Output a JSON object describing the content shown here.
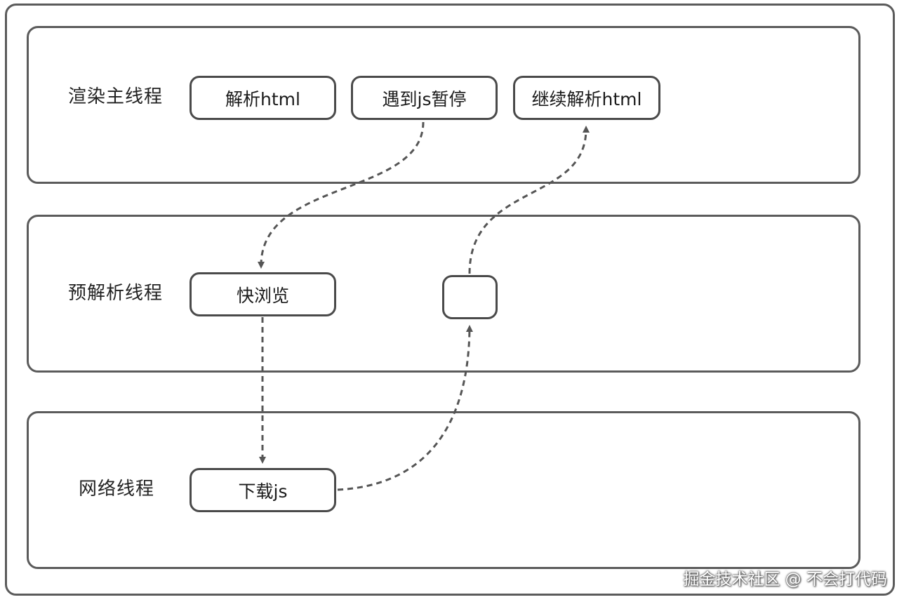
{
  "lanes": [
    {
      "label": "渲染主线程"
    },
    {
      "label": "预解析线程"
    },
    {
      "label": "网络线程"
    }
  ],
  "nodes": {
    "parse_html": "解析html",
    "hit_js_pause": "遇到js暂停",
    "continue_parse_html": "继续解析html",
    "quick_browse": "快浏览",
    "empty_step": "",
    "download_js": "下载js"
  },
  "watermark": "掘金技术社区 @ 不会打代码",
  "colors": {
    "border": "#5b5b5b",
    "arrow": "#555555"
  }
}
